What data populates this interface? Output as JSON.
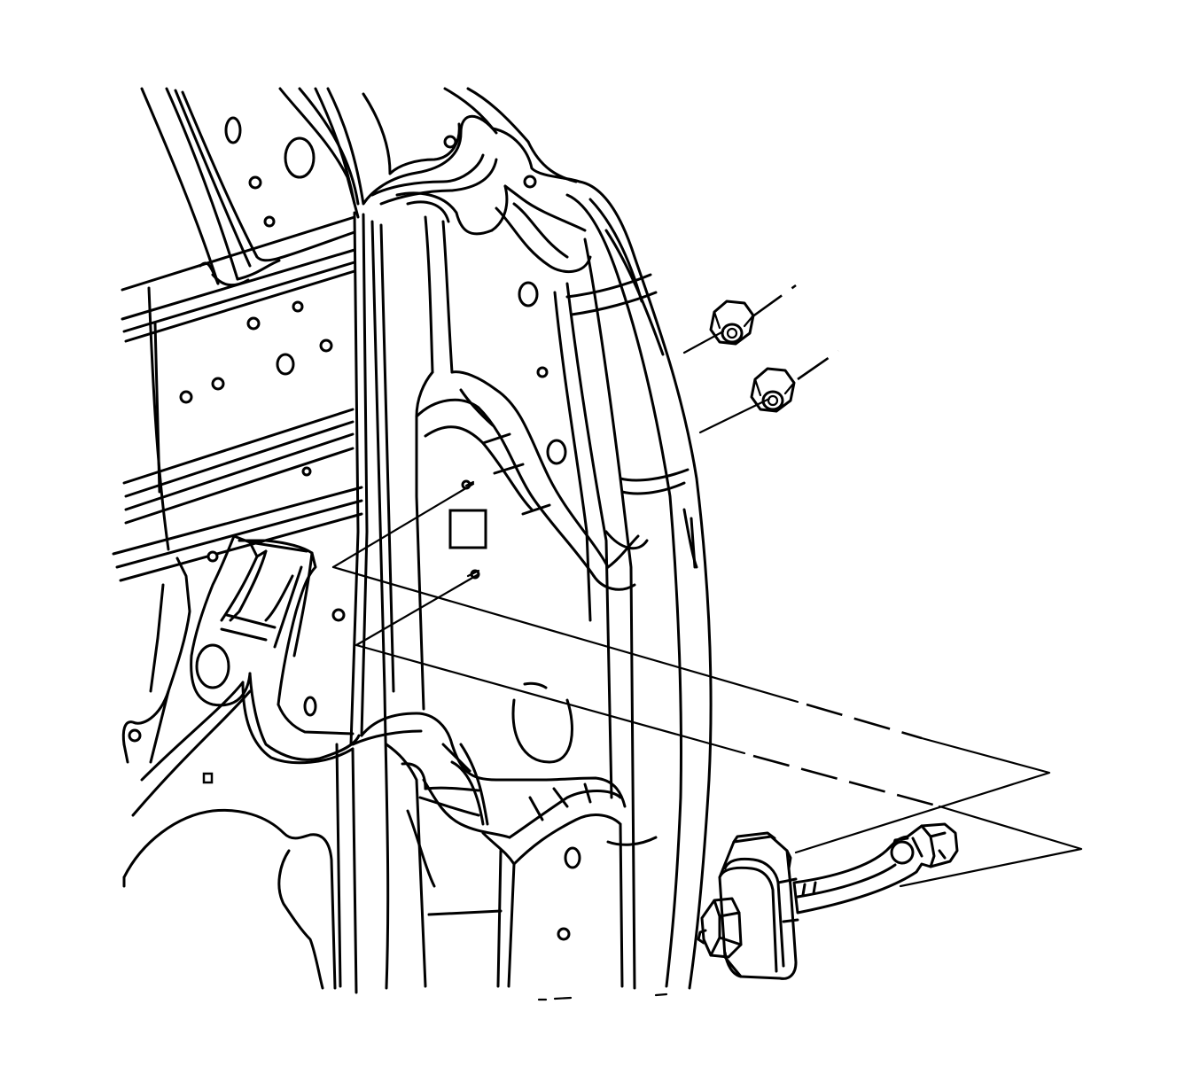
{
  "diagram": {
    "stroke_color": "#000000",
    "background_color": "#ffffff",
    "components": [
      "body-pillar-panel",
      "door-hinge-pillar",
      "inner-reinforcement-bracket",
      "mounting-nut-upper",
      "mounting-nut-lower",
      "door-check-link"
    ]
  }
}
